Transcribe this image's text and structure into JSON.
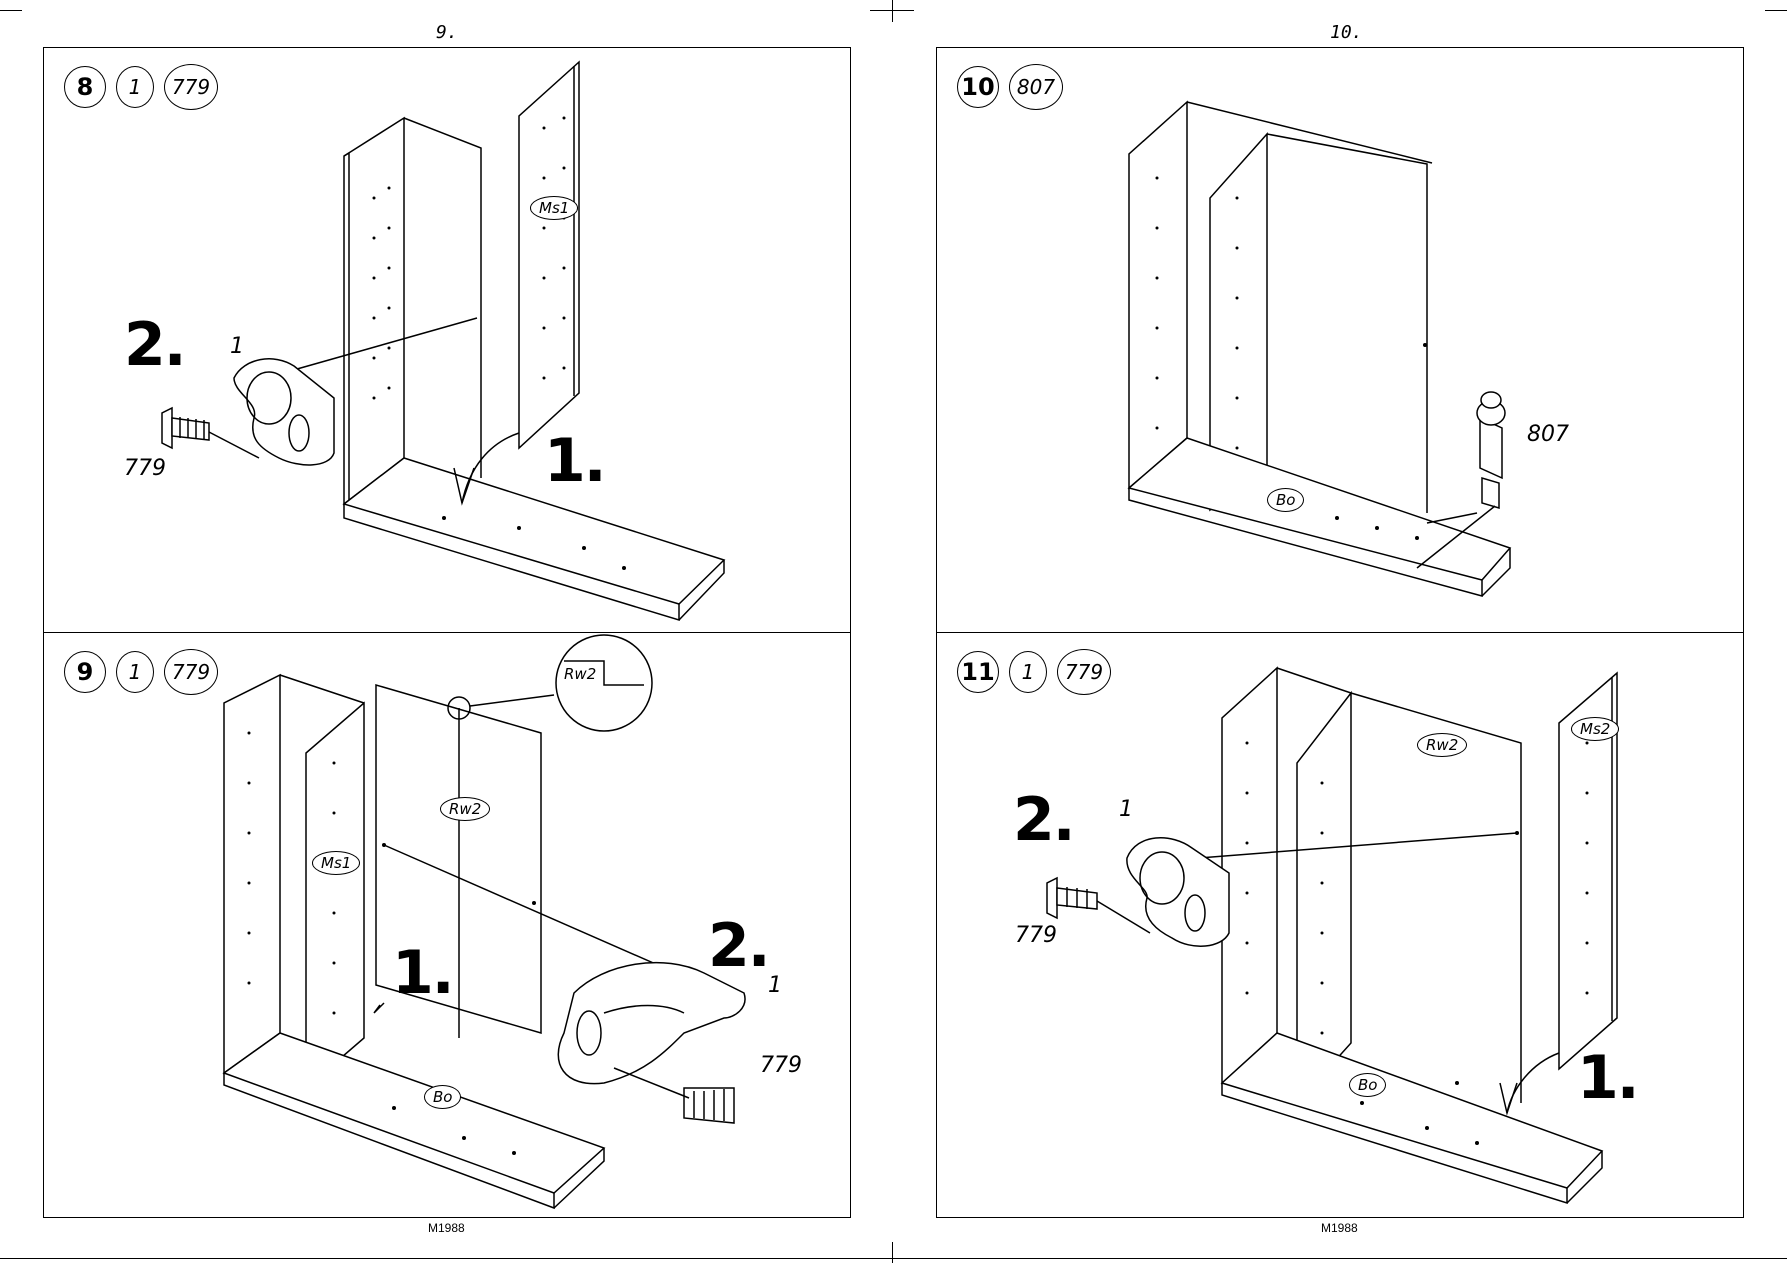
{
  "pages": [
    {
      "number": "9.",
      "footer": "M1988"
    },
    {
      "number": "10.",
      "footer": "M1988"
    }
  ],
  "steps": [
    {
      "id": "8",
      "parts": [
        "1",
        "779"
      ],
      "sub1": "1.",
      "sub2": "2.",
      "connector_label": "1",
      "screw_label": "779",
      "panel_tag": "Ms1"
    },
    {
      "id": "10",
      "parts": [
        "807"
      ],
      "dowel_label": "807",
      "bottom_tag": "Bo"
    },
    {
      "id": "9",
      "parts": [
        "1",
        "779"
      ],
      "sub1": "1.",
      "sub2": "2.",
      "connector_label": "1",
      "screw_label": "779",
      "back_tag": "Rw2",
      "detail_tag": "Rw2",
      "panel_tag": "Ms1",
      "bottom_tag": "Bo"
    },
    {
      "id": "11",
      "parts": [
        "1",
        "779"
      ],
      "sub1": "1.",
      "sub2": "2.",
      "connector_label": "1",
      "screw_label": "779",
      "back_tag": "Rw2",
      "panel_tag": "Ms2",
      "bottom_tag": "Bo"
    }
  ]
}
